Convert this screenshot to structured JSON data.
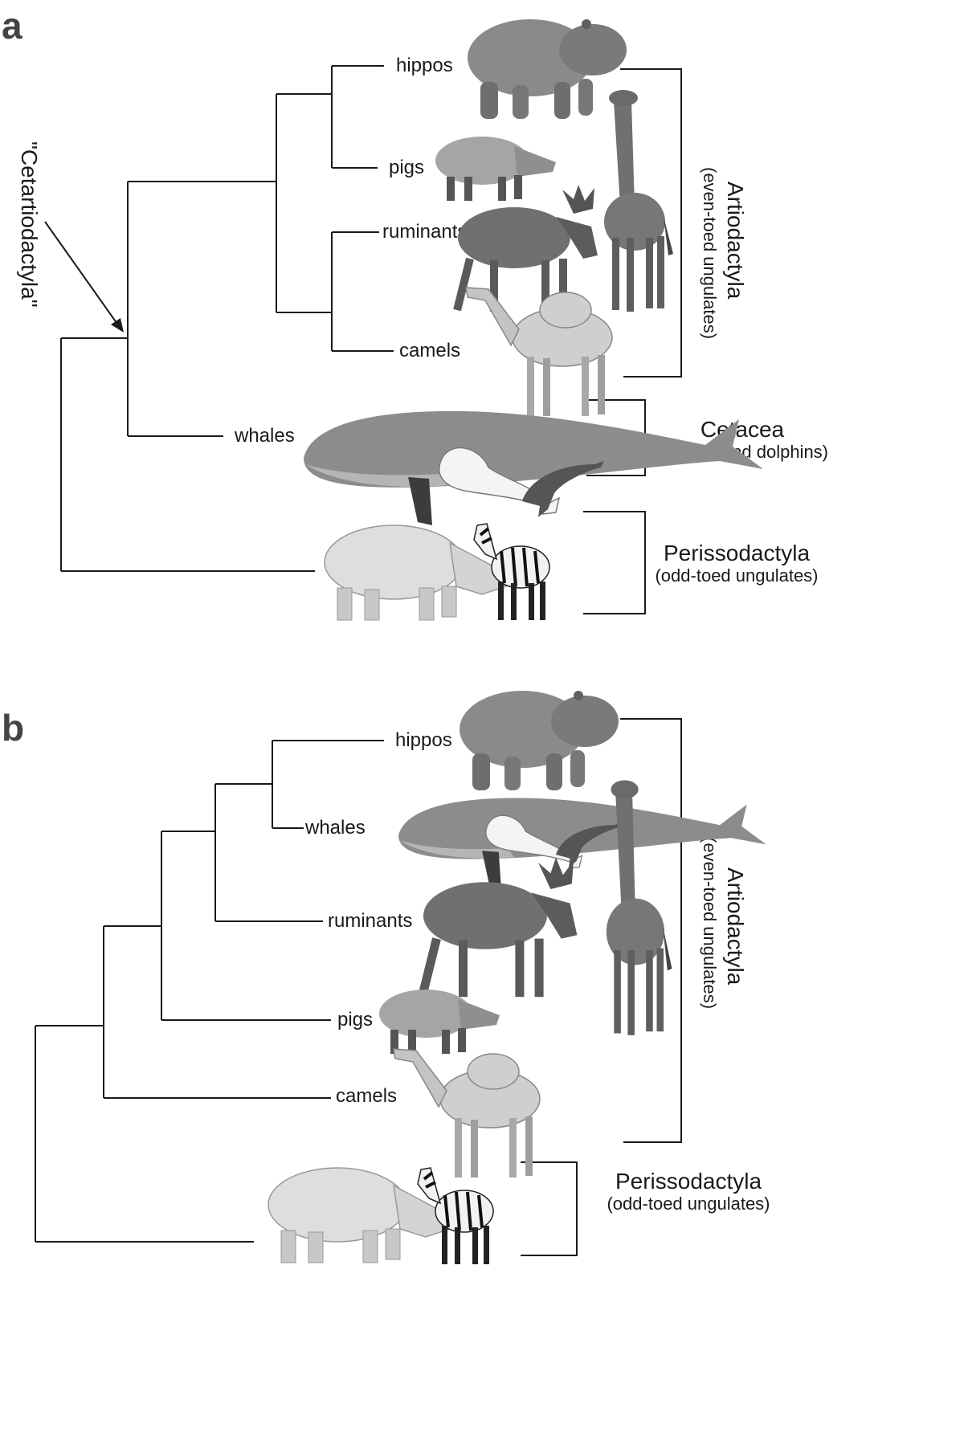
{
  "panel_a": {
    "letter": "a",
    "node_annotation": "\"Cetartiodactyla\"",
    "taxa": {
      "hippos": "hippos",
      "pigs": "pigs",
      "ruminants": "ruminants",
      "camels": "camels",
      "whales": "whales"
    },
    "groups": {
      "artiodactyla": {
        "name": "Artiodactyla",
        "sub": "(even-toed ungulates)"
      },
      "cetacea": {
        "name": "Cetacea",
        "sub": "(whales and dolphins)"
      },
      "perissodactyla": {
        "name": "Perissodactyla",
        "sub": "(odd-toed ungulates)"
      }
    }
  },
  "panel_b": {
    "letter": "b",
    "taxa": {
      "hippos": "hippos",
      "whales": "whales",
      "ruminants": "ruminants",
      "pigs": "pigs",
      "camels": "camels"
    },
    "groups": {
      "artiodactyla": {
        "name": "Artiodactyla",
        "sub": "(even-toed ungulates)"
      },
      "perissodactyla": {
        "name": "Perissodactyla",
        "sub": "(odd-toed ungulates)"
      }
    }
  },
  "illustrations": [
    "hippo",
    "pig",
    "moose",
    "giraffe",
    "camel",
    "whale",
    "beluga",
    "dolphin",
    "rhino",
    "zebra"
  ]
}
